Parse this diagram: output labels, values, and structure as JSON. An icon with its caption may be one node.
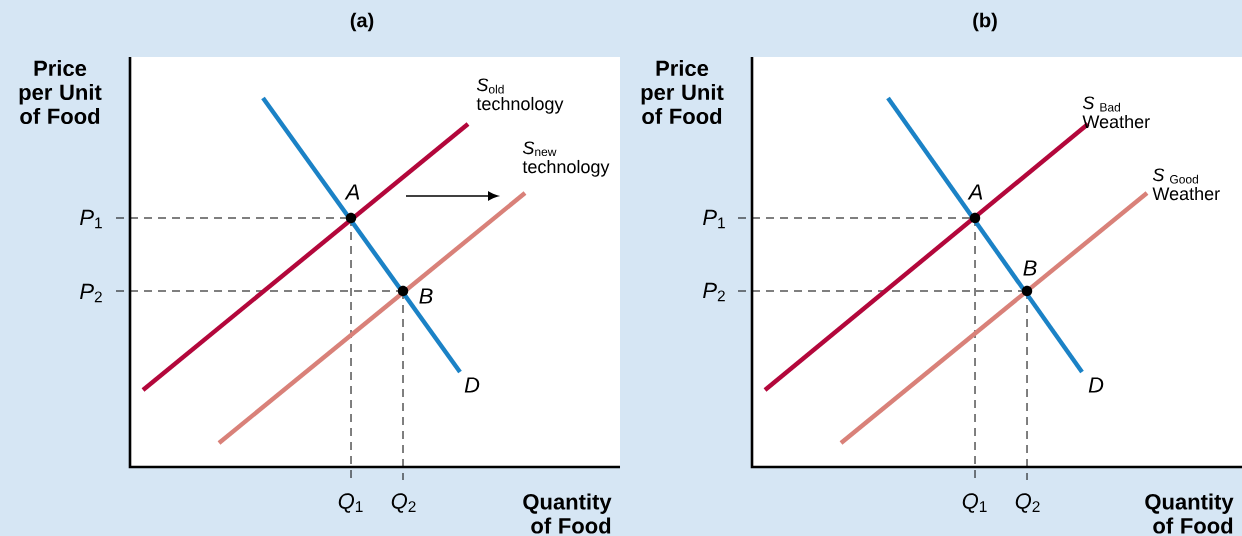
{
  "diagram": {
    "labels": [
      "(a)",
      "Price per Unit of Food",
      "*S*$_{old}$ technology",
      "*S*$_{new}$ technology",
      "A",
      "*P*$_{1}$",
      "*P*$_{2}$",
      "B",
      "D",
      "*Q*$_{1}$",
      "*Q*$_{2}$",
      "Quantity of Food",
      "(b)",
      "Price per Unit of Food",
      "*S* $_{Bad}$ Weather",
      "*S* $_{Good}$ Weather",
      "A",
      "B",
      "*P*$_{1}$",
      "*P*$_{2}$",
      "D",
      "*Q*$_{1}$",
      "*Q*$_{2}$",
      "Quantity of Food"
    ]
  }
}
